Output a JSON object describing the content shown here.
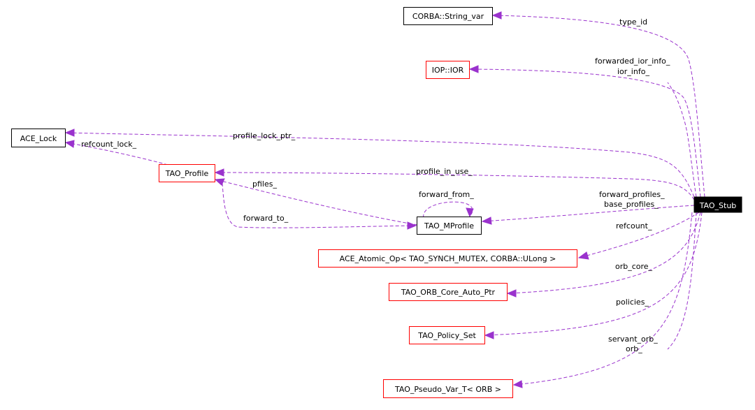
{
  "colors": {
    "edge": "#9a32cd",
    "node_border_class": "#000000",
    "node_border_linked": "#ff0000",
    "focus_fill": "#000000",
    "focus_text": "#ffffff"
  },
  "nodes": {
    "corba_string_var": "CORBA::String_var",
    "iop_ior": "IOP::IOR",
    "ace_lock": "ACE_Lock",
    "tao_profile": "TAO_Profile",
    "tao_mprofile": "TAO_MProfile",
    "tao_stub": "TAO_Stub",
    "ace_atomic_op": "ACE_Atomic_Op< TAO_SYNCH_MUTEX, CORBA::ULong >",
    "tao_orb_core_auto_ptr": "TAO_ORB_Core_Auto_Ptr",
    "tao_policy_set": "TAO_Policy_Set",
    "tao_pseudo_var_t": "TAO_Pseudo_Var_T< ORB >"
  },
  "edge_labels": {
    "type_id": "type_id",
    "forwarded_ior_info": "forwarded_ior_info_",
    "ior_info": "ior_info_",
    "profile_lock_ptr": "profile_lock_ptr_",
    "refcount_lock": "refcount_lock_",
    "profile_in_use": "profile_in_use_",
    "pfiles": "pfiles_",
    "forward_from": "forward_from_",
    "forward_profiles": "forward_profiles_",
    "base_profiles": "base_profiles_",
    "forward_to": "forward_to_",
    "refcount": "refcount_",
    "orb_core": "orb_core_",
    "policies": "policies_",
    "servant_orb": "servant_orb_",
    "orb": "orb_"
  }
}
